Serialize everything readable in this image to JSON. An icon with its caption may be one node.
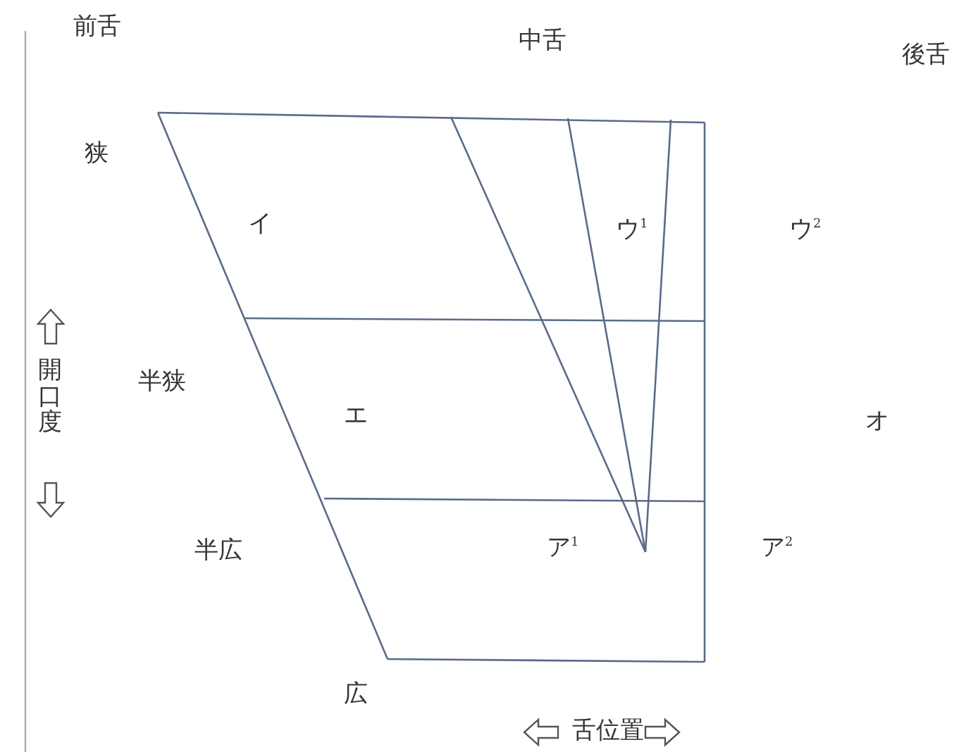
{
  "diagram": {
    "labels": [
      "前舌",
      "中舌",
      "後舌",
      "狭",
      "イ",
      "ウ$^{1}$",
      "ウ$^{2}$",
      "半狭",
      "エ",
      "オ",
      "開口度",
      "半広",
      "ア$^{1}$",
      "ア$^{2}$",
      "広",
      "舌位置"
    ]
  }
}
